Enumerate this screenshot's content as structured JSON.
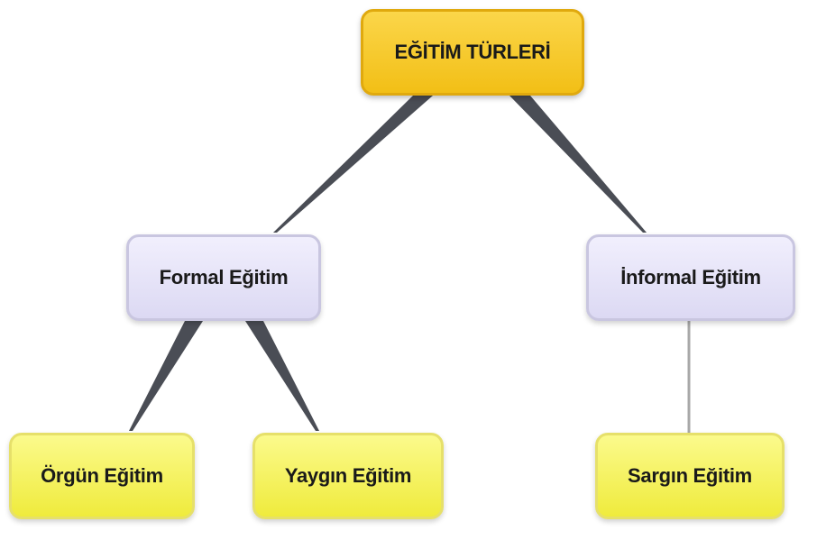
{
  "diagram": {
    "root": {
      "label": "EĞİTİM TÜRLERİ"
    },
    "formal": {
      "label": "Formal Eğitim"
    },
    "informal": {
      "label": "İnformal Eğitim"
    },
    "orgun": {
      "label": "Örgün Eğitim"
    },
    "yaygin": {
      "label": "Yaygın Eğitim"
    },
    "sargin": {
      "label": "Sargın Eğitim"
    }
  },
  "colors": {
    "root": "#f2bf16",
    "mid": "#dcd9f3",
    "leaf": "#efeb3c",
    "connector": "#4a4d55"
  }
}
